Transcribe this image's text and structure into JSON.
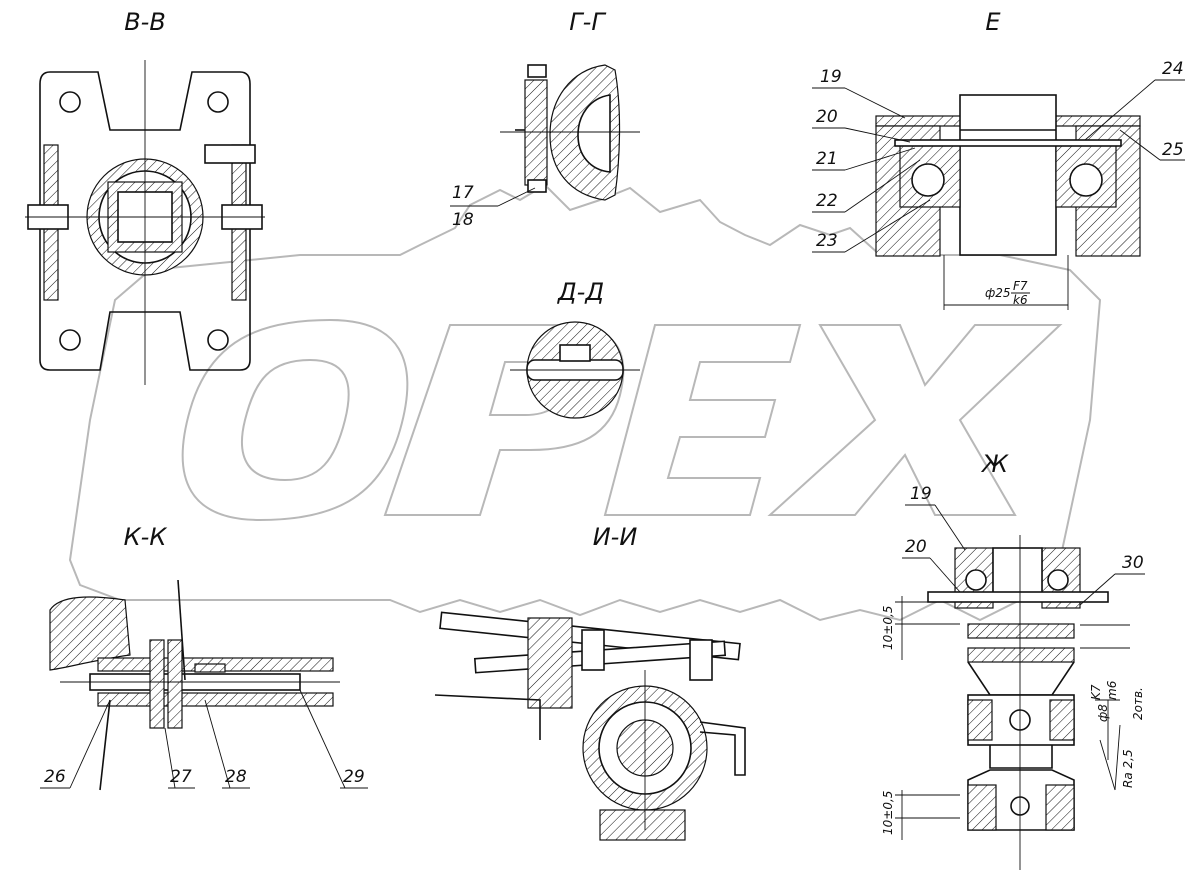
{
  "watermark": {
    "text": "ОРЕХ"
  },
  "views": {
    "vv": "В-В",
    "gg": "Г-Г",
    "e": "Е",
    "dd": "Д-Д",
    "kk": "К-К",
    "ii": "И-И",
    "zh": "Ж"
  },
  "callouts": {
    "n17": "17",
    "n18": "18",
    "n19": "19",
    "n20": "20",
    "n21": "21",
    "n22": "22",
    "n23": "23",
    "n24": "24",
    "n25": "25",
    "n19b": "19",
    "n20b": "20",
    "n30": "30",
    "n26": "26",
    "n27": "27",
    "n28": "28",
    "n29": "29"
  },
  "dimensions": {
    "e_bore_prefix": "ф25",
    "e_bore_fit_top": "F7",
    "e_bore_fit_bottom": "k6",
    "zh_gap_top": "10±0,5",
    "zh_gap_bottom": "10±0,5",
    "zh_pin_prefix": "ф8",
    "zh_pin_fit_top": "K7",
    "zh_pin_fit_bottom": "m6",
    "zh_holes": "2отв.",
    "zh_roughness": "Ra 2,5"
  }
}
